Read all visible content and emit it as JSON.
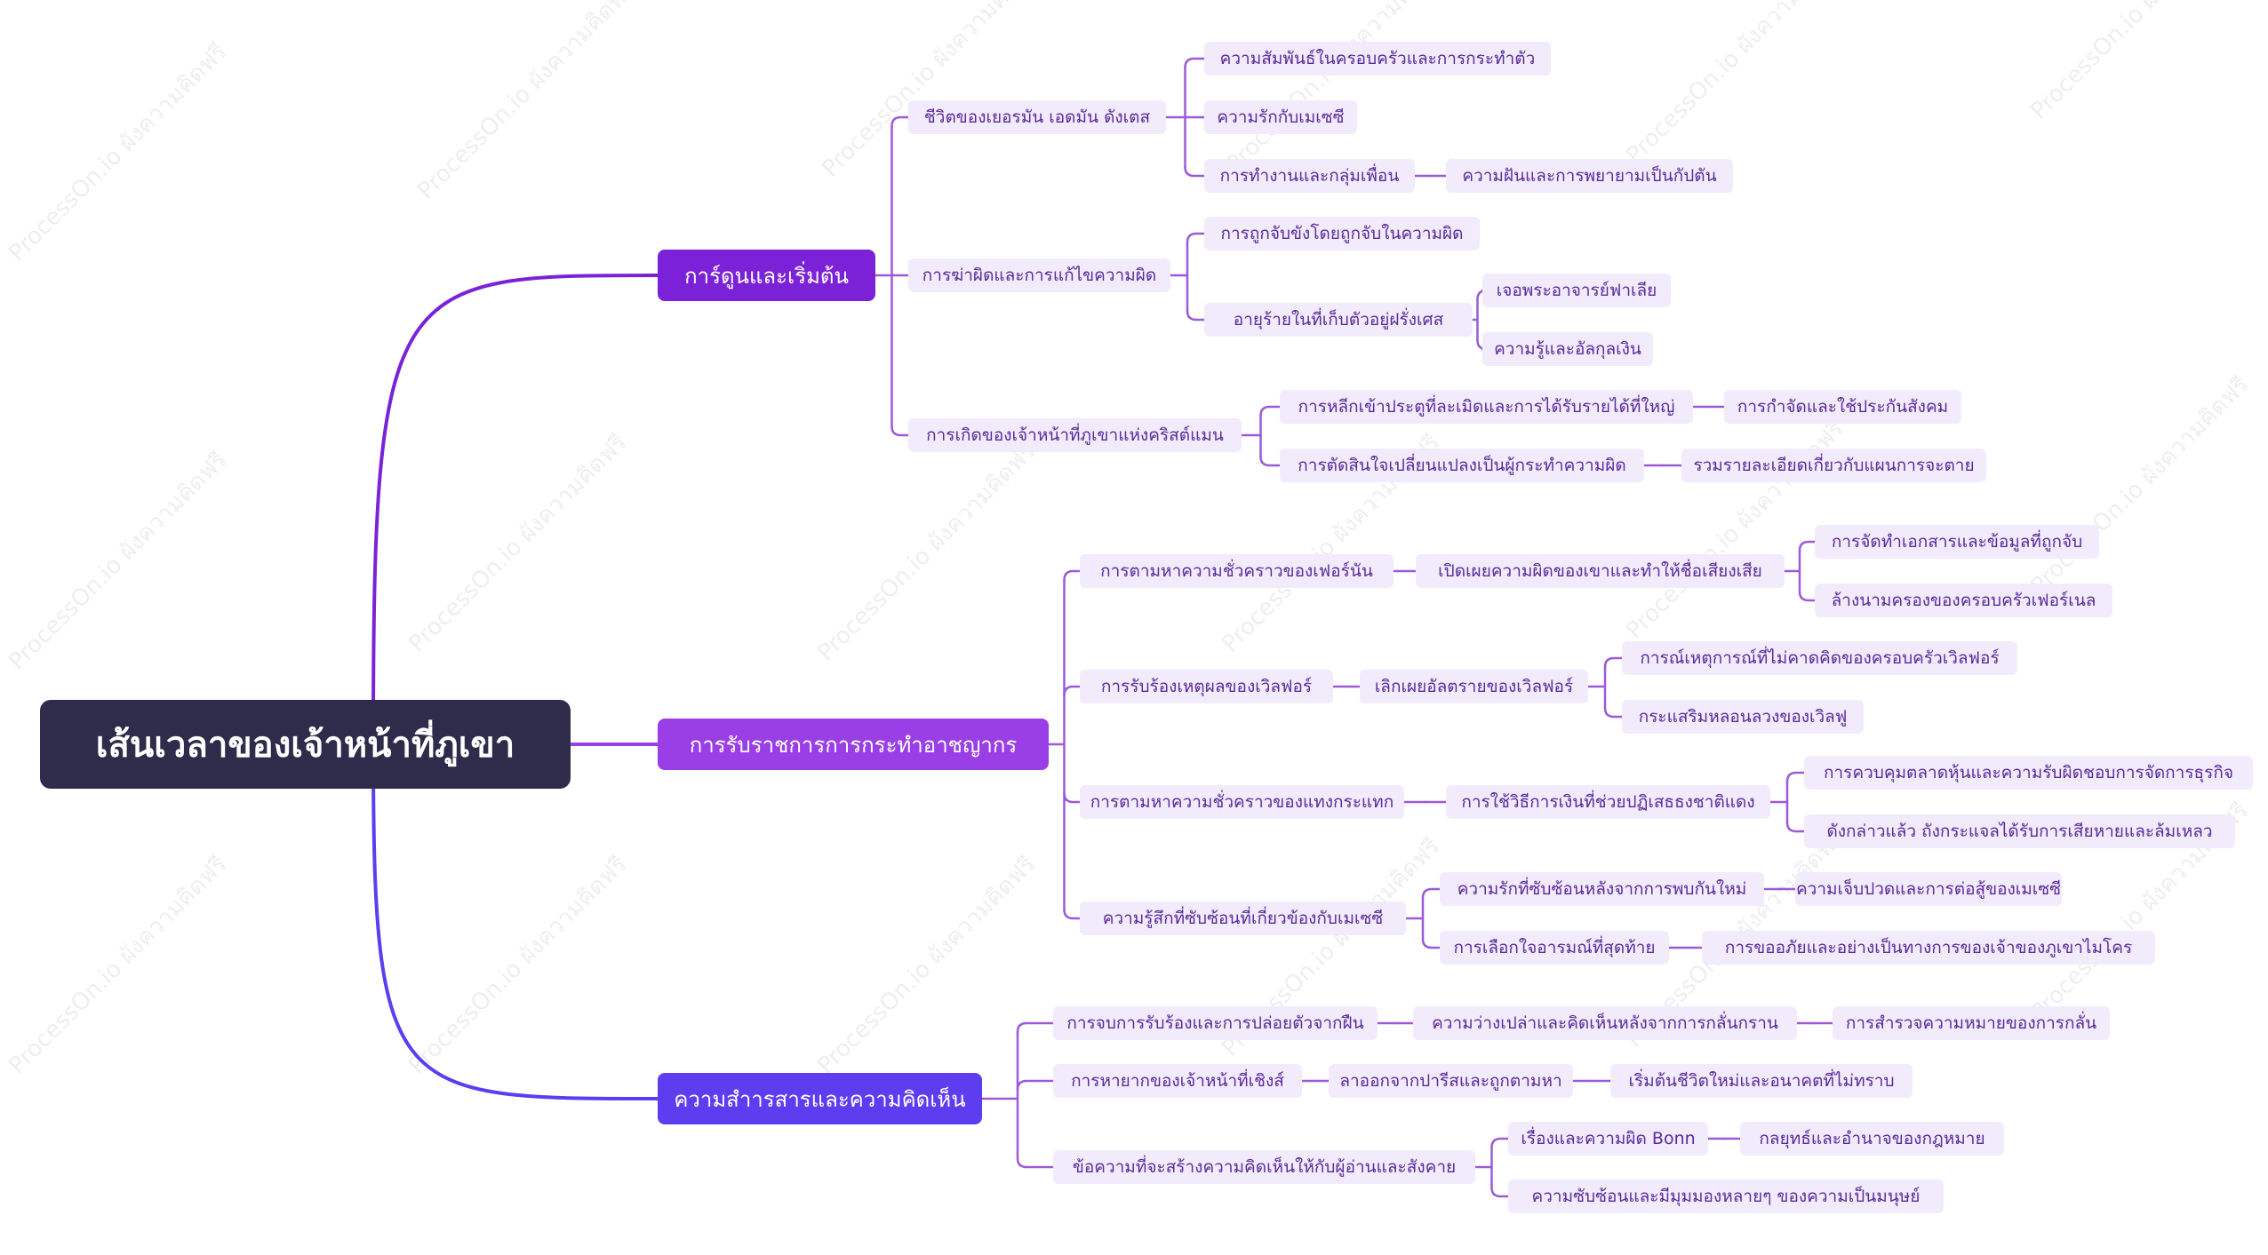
{
  "watermark": "ProcessOn.io ผังความคิดฟรี",
  "colors": {
    "root_bg": "#2e2c4a",
    "branch_1": "#7b22d8",
    "branch_2": "#9a3fe6",
    "branch_3": "#5c3df0",
    "leaf_bg": "#f2ebfc",
    "leaf_text": "#5a2a9a",
    "line": "#9b5bd8"
  },
  "root": {
    "label": "เส้นเวลาของเจ้าหน้าที่ภูเขา",
    "children": [
      {
        "label": "การ์ดูนและเริ่มต้น",
        "children": [
          {
            "label": "ชีวิตของเยอรมัน เอดมัน ดังเตส",
            "children": [
              {
                "label": "ความสัมพันธ์ในครอบครัวและการกระทำตัว"
              },
              {
                "label": "ความรักกับเมเซซี"
              },
              {
                "label": "การทำงานและกลุ่มเพื่อน",
                "children": [
                  {
                    "label": "ความฝันและการพยายามเป็นกัปตัน"
                  }
                ]
              }
            ]
          },
          {
            "label": "การฆ่าผิดและการแก้ไขความผิด",
            "children": [
              {
                "label": "การถูกจับขังโดยถูกจับในความผิด"
              },
              {
                "label": "อายุร้ายในที่เก็บตัวอยู่ฝรั่งเศส",
                "children": [
                  {
                    "label": "เจอพระอาจารย์ฟาเลีย"
                  },
                  {
                    "label": "ความรู้และอัลกุลเงิน"
                  }
                ]
              }
            ]
          },
          {
            "label": "การเกิดของเจ้าหน้าที่ภูเขาแห่งคริสต์แมน",
            "children": [
              {
                "label": "การหลีกเข้าประตูที่ละเมิดและการได้รับรายได้ที่ใหญ่",
                "children": [
                  {
                    "label": "การกำจัดและใช้ประกันสังคม"
                  }
                ]
              },
              {
                "label": "การตัดสินใจเปลี่ยนแปลงเป็นผู้กระทำความผิด",
                "children": [
                  {
                    "label": "รวมรายละเอียดเกี่ยวกับแผนการจะตาย"
                  }
                ]
              }
            ]
          }
        ]
      },
      {
        "label": "การรับราชการการกระทำอาชญากร",
        "children": [
          {
            "label": "การตามหาความชั่วคราวของเฟอร์นัน",
            "children": [
              {
                "label": "เปิดเผยความผิดของเขาและทำให้ชื่อเสียงเสีย",
                "children": [
                  {
                    "label": "การจัดทำเอกสารและข้อมูลที่ถูกจับ"
                  },
                  {
                    "label": "ล้างนามครองของครอบครัวเฟอร์เนล"
                  }
                ]
              }
            ]
          },
          {
            "label": "การรับร้องเหตุผลของเวิลฟอร์",
            "children": [
              {
                "label": "เลิกเผยอัลตรายของเวิลฟอร์",
                "children": [
                  {
                    "label": "การณ์เหตุการณ์ที่ไม่คาดคิดของครอบครัวเวิลฟอร์"
                  },
                  {
                    "label": "กระแสริมหลอนลวงของเวิลฟู"
                  }
                ]
              }
            ]
          },
          {
            "label": "การตามหาความชั่วคราวของแทงกระแทก",
            "children": [
              {
                "label": "การใช้วิธีการเงินที่ช่วยปฏิเสธธงชาติแดง",
                "children": [
                  {
                    "label": "การควบคุมตลาดหุ้นและความรับผิดชอบการจัดการธุรกิจ"
                  },
                  {
                    "label": "ดังกล่าวแล้ว ถังกระแจลได้รับการเสียหายและล้มเหลว"
                  }
                ]
              }
            ]
          },
          {
            "label": "ความรู้สึกที่ซับซ้อนที่เกี่ยวข้องกับเมเซซี",
            "children": [
              {
                "label": "ความรักที่ซับซ้อนหลังจากการพบกันใหม่",
                "children": [
                  {
                    "label": "ความเจ็บปวดและการต่อสู้ของเมเซซี"
                  }
                ]
              },
              {
                "label": "การเลือกใจอารมณ์ที่สุดท้าย",
                "children": [
                  {
                    "label": "การขออภัยและอย่างเป็นทางการของเจ้าของภูเขาไมโคร"
                  }
                ]
              }
            ]
          }
        ]
      },
      {
        "label": "ความสำารสารและความคิดเห็น",
        "children": [
          {
            "label": "การจบการรับร้องและการปล่อยตัวจากฝืน",
            "children": [
              {
                "label": "ความว่างเปล่าและคิดเห็นหลังจากการกลั่นกราน",
                "children": [
                  {
                    "label": "การสำรวจความหมายของการกลั่น"
                  }
                ]
              }
            ]
          },
          {
            "label": "การหายากของเจ้าหน้าที่เชิงส์",
            "children": [
              {
                "label": "ลาออกจากปารีสและถูกตามหา",
                "children": [
                  {
                    "label": "เริ่มต้นชีวิตใหม่และอนาคตที่ไม่ทราบ"
                  }
                ]
              }
            ]
          },
          {
            "label": "ข้อความที่จะสร้างความคิดเห็นให้กับผู้อ่านและสังคาย",
            "children": [
              {
                "label": "เรื่องและความผิด Bonn",
                "children": [
                  {
                    "label": "กลยุทธ์และอำนาจของกฎหมาย"
                  }
                ]
              },
              {
                "label": "ความซับซ้อนและมีมุมมองหลายๆ ของความเป็นมนุษย์"
              }
            ]
          }
        ]
      }
    ]
  }
}
